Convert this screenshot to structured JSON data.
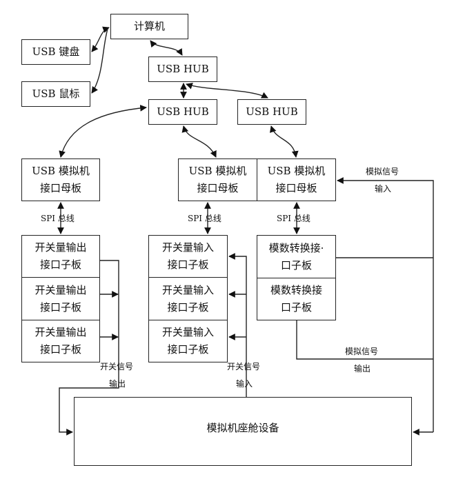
{
  "diagram": {
    "computer": "计算机",
    "keyboard": "USB 键盘",
    "mouse": "USB 鼠标",
    "hubs": [
      "USB HUB",
      "USB HUB",
      "USB HUB"
    ],
    "mother_boards": [
      {
        "line1": "USB 模拟机",
        "line2": "接口母板"
      },
      {
        "line1": "USB 模拟机",
        "line2": "接口母板"
      },
      {
        "line1": "USB 模拟机",
        "line2": "接口母板"
      }
    ],
    "spi_labels": [
      "SPI  总线",
      "SPI  总线",
      "SPI  总线"
    ],
    "output_boards": [
      {
        "line1": "开关量输出",
        "line2": "接口子板"
      },
      {
        "line1": "开关量输出",
        "line2": "接口子板"
      },
      {
        "line1": "开关量输出",
        "line2": "接口子板"
      }
    ],
    "input_boards": [
      {
        "line1": "开关量输入",
        "line2": "接口子板"
      },
      {
        "line1": "开关量输入",
        "line2": "接口子板"
      },
      {
        "line1": "开关量输入",
        "line2": "接口子板"
      }
    ],
    "ad_boards": [
      {
        "line1": "模数转换接·",
        "line2": "口子板"
      },
      {
        "line1": "模数转换接",
        "line2": "口子板"
      }
    ],
    "signal_labels": {
      "switch_output": {
        "line1": "开关信号",
        "line2": "输出"
      },
      "switch_input": {
        "line1": "开关信号",
        "line2": "输入"
      },
      "analog_input": {
        "line1": "模拟信号",
        "line2": "输入"
      },
      "analog_output": {
        "line1": "模拟信号",
        "line2": "输出"
      }
    },
    "cockpit": "模拟机座舱设备"
  }
}
